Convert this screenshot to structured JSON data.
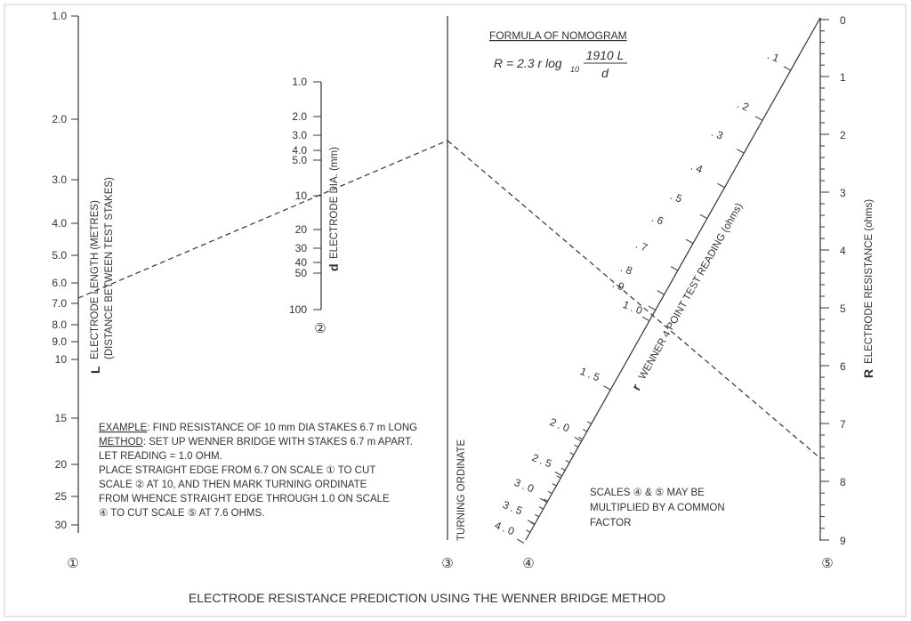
{
  "formula": {
    "title": "FORMULA OF NOMOGRAM",
    "lhs": "R = 2.3 r log",
    "sub": "10",
    "numerator": "1910 L",
    "denominator": "d"
  },
  "scale1": {
    "letter": "L",
    "label": "ELECTRODE LENGTH (METRES)",
    "sublabel": "(DISTANCE BETWEEN TEST STAKES)",
    "ticks": [
      "1.0",
      "2.0",
      "3.0",
      "4.0",
      "5.0",
      "6.0",
      "7.0",
      "8.0",
      "9.0",
      "10",
      "15",
      "20",
      "25",
      "30"
    ],
    "number": "①"
  },
  "scale2": {
    "letter": "d",
    "label": "ELECTRODE DIA. (mm)",
    "ticks": [
      "1.0",
      "2.0",
      "3.0",
      "4.0",
      "5.0",
      "10",
      "20",
      "30",
      "40",
      "50",
      "100"
    ],
    "number": "②"
  },
  "scale3": {
    "label": "TURNING ORDINATE",
    "number": "③"
  },
  "scale4": {
    "letter": "r",
    "label": "WENNER 4 POINT TEST READING (ohms)",
    "ticks": [
      ".1",
      ".2",
      ".3",
      ".4",
      ".5",
      ".6",
      ".7",
      ".8",
      ".9",
      "1.0",
      "1.5",
      "2.0",
      "2.5",
      "3.0",
      "3.5",
      "4.0"
    ],
    "number": "④"
  },
  "scale5": {
    "letter": "R",
    "label": "ELECTRODE RESISTANCE (ohms)",
    "ticks": [
      "0",
      "1",
      "2",
      "3",
      "4",
      "5",
      "6",
      "7",
      "8",
      "9"
    ],
    "number": "⑤"
  },
  "example": {
    "line1_label": "EXAMPLE",
    "line1_text": ": FIND RESISTANCE OF 10 mm DIA STAKES 6.7 m LONG",
    "line2_label": "METHOD",
    "line2_text": ": SET UP WENNER BRIDGE WITH STAKES 6.7 m APART.",
    "line3": "LET READING = 1.0 OHM.",
    "line4": "PLACE STRAIGHT EDGE FROM 6.7 ON SCALE ① TO CUT",
    "line5": "SCALE ② AT 10, AND THEN MARK TURNING ORDINATE",
    "line6": "FROM WHENCE STRAIGHT EDGE THROUGH 1.0 ON SCALE",
    "line7": "④ TO CUT SCALE ⑤ AT 7.6 OHMS."
  },
  "note": {
    "line1": "SCALES ④ & ⑤ MAY BE",
    "line2": "MULTIPLIED BY A COMMON",
    "line3": "FACTOR"
  },
  "caption": "ELECTRODE RESISTANCE PREDICTION USING THE WENNER BRIDGE METHOD"
}
